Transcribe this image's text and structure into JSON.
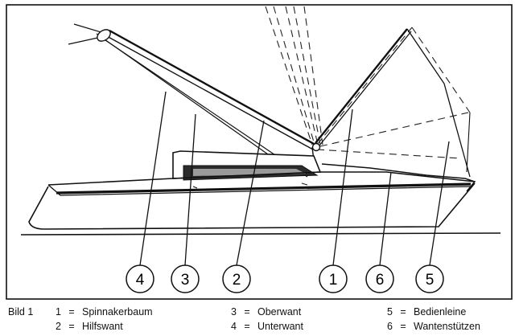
{
  "figure": {
    "label": "Bild 1",
    "callouts": [
      "4",
      "3",
      "2",
      "1",
      "6",
      "5"
    ],
    "legend": [
      {
        "num": "1",
        "eq": "=",
        "text": "Spinnakerbaum"
      },
      {
        "num": "2",
        "eq": "=",
        "text": "Hilfswant"
      },
      {
        "num": "3",
        "eq": "=",
        "text": "Oberwant"
      },
      {
        "num": "4",
        "eq": "=",
        "text": "Unterwant"
      },
      {
        "num": "5",
        "eq": "=",
        "text": "Bedienleine"
      },
      {
        "num": "6",
        "eq": "=",
        "text": "Wantenstützen"
      }
    ]
  }
}
